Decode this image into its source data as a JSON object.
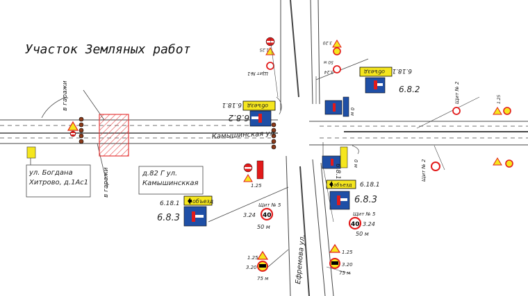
{
  "title": "Участок Земляных работ",
  "streets": {
    "kamyshinskaya": "Камышинская ул.",
    "efremova": "Ефремова ул."
  },
  "garages": [
    "в гаражи",
    "в гаражи"
  ],
  "address_boxes": {
    "left": [
      "ул. Богдана",
      "Хитрово, д.1Ас1"
    ],
    "center": [
      "д.82 Г ул.",
      "Камышинсккая"
    ]
  },
  "detour_sign_text": "объезд",
  "detour_sign_mini": "объезд",
  "sign_codes": {
    "s6182": "6.8.2",
    "s6183": "6.8.3",
    "s618": "6.18.1",
    "s618b": "6.18.1",
    "s618c": "6.18.1",
    "s618d": "6.18.1",
    "s682b": "6.8.2",
    "s681": "6.8.1",
    "s683b": "6.8.3"
  },
  "shield_labels": {
    "shield1": "Щит №1",
    "shield2a": "Щит № 2",
    "shield2b": "Щит № 2",
    "shield5a": "Щит № 5",
    "shield5b": "Щит № 5"
  },
  "sign_numbers": {
    "n324a": "3.24",
    "n324b": "3.24",
    "n324c": "3.24",
    "n320a": "3.20",
    "n320b": "3.20",
    "n320c": "3.20",
    "n125a": "1.25",
    "n125b": "1.25",
    "n125c": "1.25",
    "n125d": "1.25",
    "n125e": "1.25"
  },
  "distances": {
    "d50a": "50 м",
    "d50b": "50 м",
    "d50c": "50 м",
    "d75a": "75 м",
    "d75b": "75 м",
    "d0a": "0 м",
    "d0b": "0 м"
  },
  "speed_limit": "40",
  "colors": {
    "sign_blue": "#1f4fa6",
    "sign_red": "#e21a1a",
    "sign_yellow": "#f5e61e",
    "hatch_red": "#e63a3a",
    "line": "#444444"
  }
}
